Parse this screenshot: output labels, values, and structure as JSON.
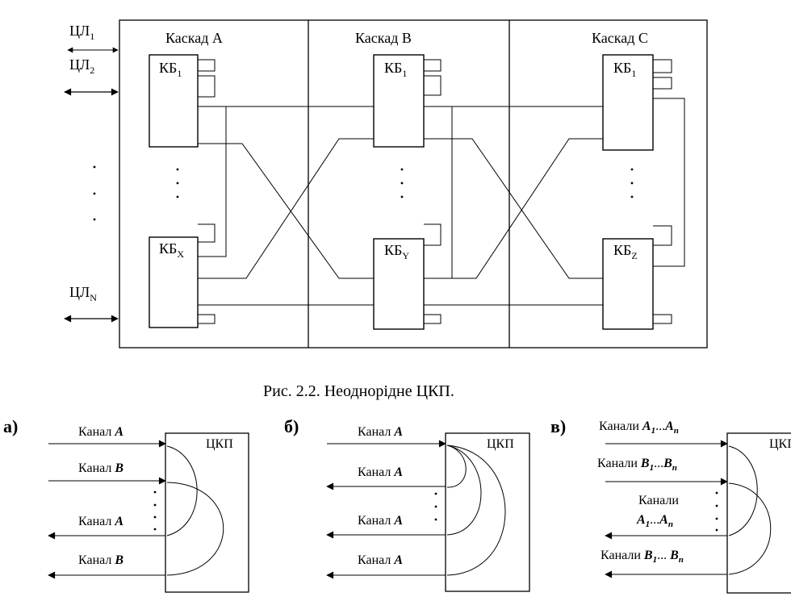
{
  "top": {
    "stages": [
      "Каскад А",
      "Каскад В",
      "Каскад С"
    ],
    "stage_a": {
      "block_top": "КБ",
      "block_top_sub": "1",
      "block_bottom": "КБ",
      "block_bottom_sub": "X"
    },
    "stage_b": {
      "block_top": "КБ",
      "block_top_sub": "1",
      "block_bottom": "КБ",
      "block_bottom_sub": "Y"
    },
    "stage_c": {
      "block_top": "КБ",
      "block_top_sub": "1",
      "block_bottom": "КБ",
      "block_bottom_sub": "Z"
    },
    "lines": [
      {
        "name": "ЦЛ",
        "sub": "1"
      },
      {
        "name": "ЦЛ",
        "sub": "2"
      },
      {
        "name": "ЦЛ",
        "sub": "N"
      }
    ],
    "caption": "Рис. 2.2. Неоднорідне ЦКП."
  },
  "bottom": {
    "a": {
      "marker": "а)",
      "box": "ЦКП",
      "in1_prefix": "Канал ",
      "in1_var": "A",
      "in2_prefix": "Канал ",
      "in2_var": "B",
      "out1_prefix": "Канал ",
      "out1_var": "A",
      "out2_prefix": "Канал ",
      "out2_var": "B"
    },
    "b": {
      "marker": "б)",
      "box": "ЦКП",
      "in1_prefix": "Канал ",
      "in1_var": "A",
      "out1_prefix": "Канал ",
      "out1_var": "A",
      "out2_prefix": "Канал ",
      "out2_var": "A",
      "out3_prefix": "Канал ",
      "out3_var": "A"
    },
    "c": {
      "marker": "в)",
      "box": "ЦКП",
      "in1_prefix": "Канали ",
      "in1_v1": "A",
      "in1_s1": "1",
      "in1_mid": "...",
      "in1_v2": "A",
      "in1_s2": "n",
      "in2_prefix": "Канали ",
      "in2_v1": "B",
      "in2_s1": "1",
      "in2_mid": "...",
      "in2_v2": "B",
      "in2_s2": "n",
      "out1_line1": "Канали",
      "out1_v1": "A",
      "out1_s1": "1",
      "out1_mid": "...",
      "out1_v2": "A",
      "out1_s2": "n",
      "out2_prefix": "Канали ",
      "out2_v1": "B",
      "out2_s1": "1",
      "out2_mid": "... ",
      "out2_v2": "B",
      "out2_s2": "n"
    }
  }
}
